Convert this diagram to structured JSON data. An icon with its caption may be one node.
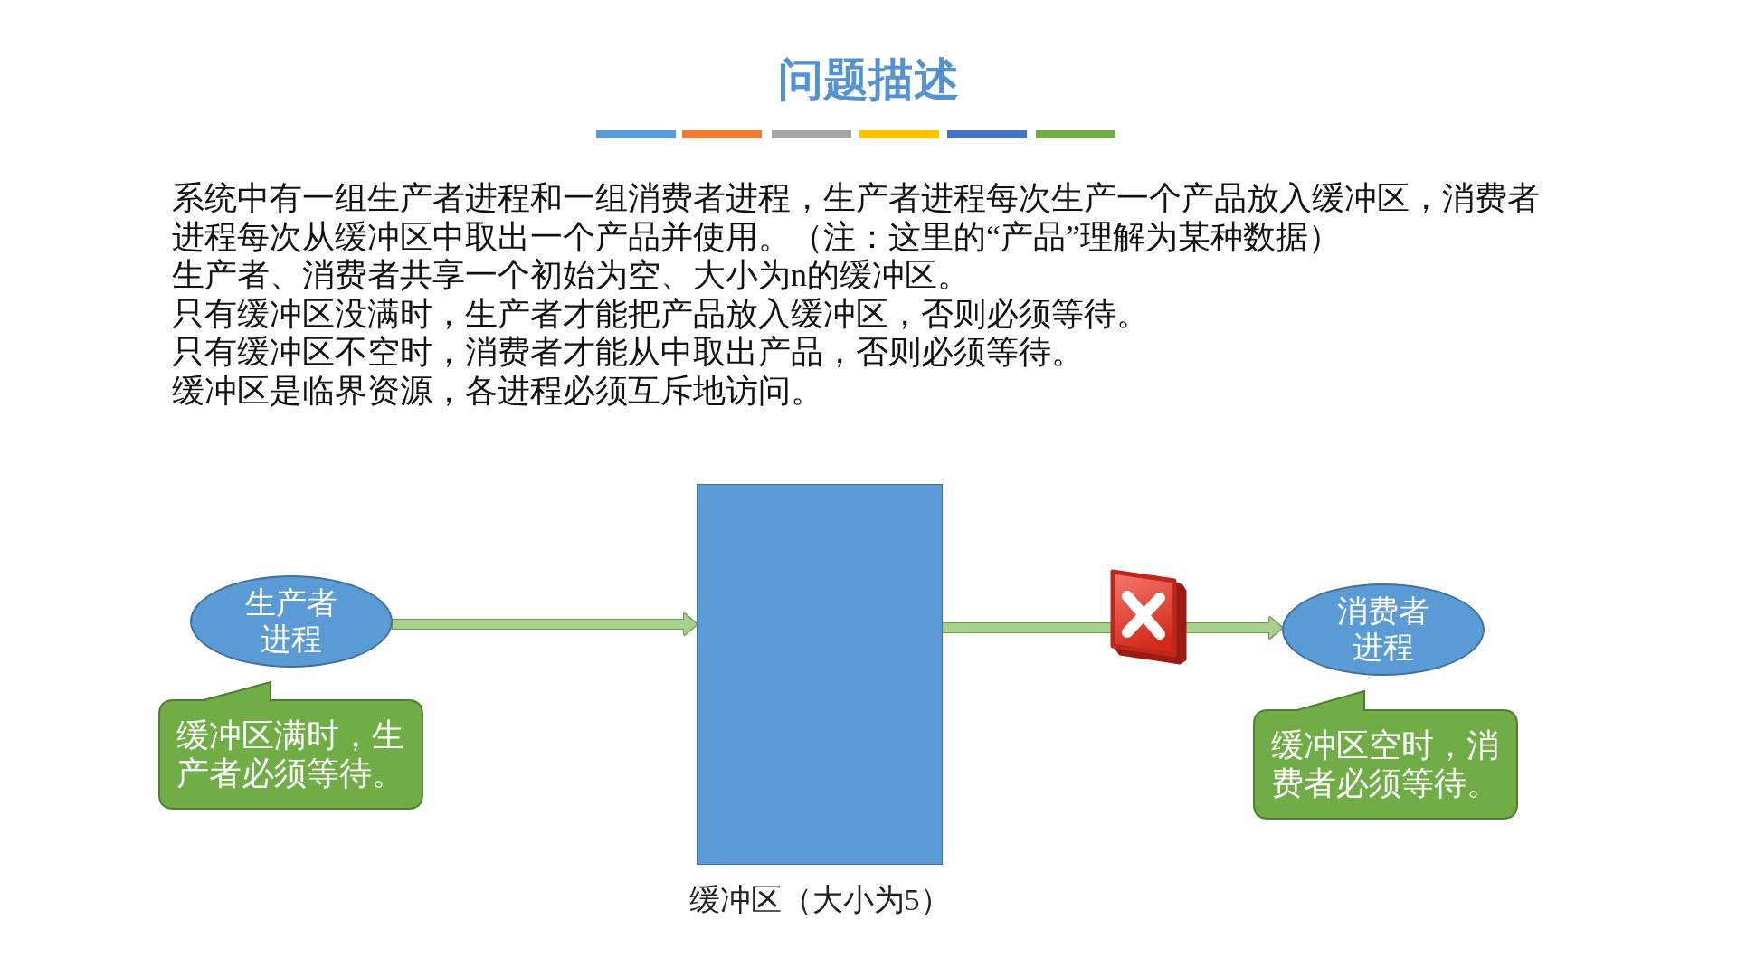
{
  "diagram": {
    "title": "问题描述",
    "nodes": [
      {
        "text": [
          "生产者进程"
        ]
      },
      {
        "text": [],
        "shape": "box",
        "beside": [
          "缓冲区（大小为5）"
        ]
      },
      {
        "text": [
          "消费者进程"
        ]
      },
      {
        "text": [
          "缓冲区满时，生产者必须等待。"
        ]
      },
      {
        "text": [
          "缓冲区空时，消费者必须等待。"
        ]
      }
    ],
    "edges": [
      {
        "from": 0,
        "to": 1,
        "arrow": "to"
      },
      {
        "from": 1,
        "to": 2,
        "arrow": "to"
      }
    ],
    "labels": [
      "系统中有一组生产者进程和一组消费者进程，生产者进程每次生产一个产品放入缓冲区，消费者进程每次从缓冲区中取出一个产品并使用。（注：这里的“产品”理解为某种数据）",
      "生产者、消费者共享一个初始为空、大小为n的缓冲区。",
      "只有缓冲区没满时，生产者才能把产品放入缓冲区，否则必须等待。",
      "只有缓冲区不空时，消费者才能从中取出产品，否则必须等待。",
      "缓冲区是临界资源，各进程必须互斥地访问。"
    ]
  }
}
